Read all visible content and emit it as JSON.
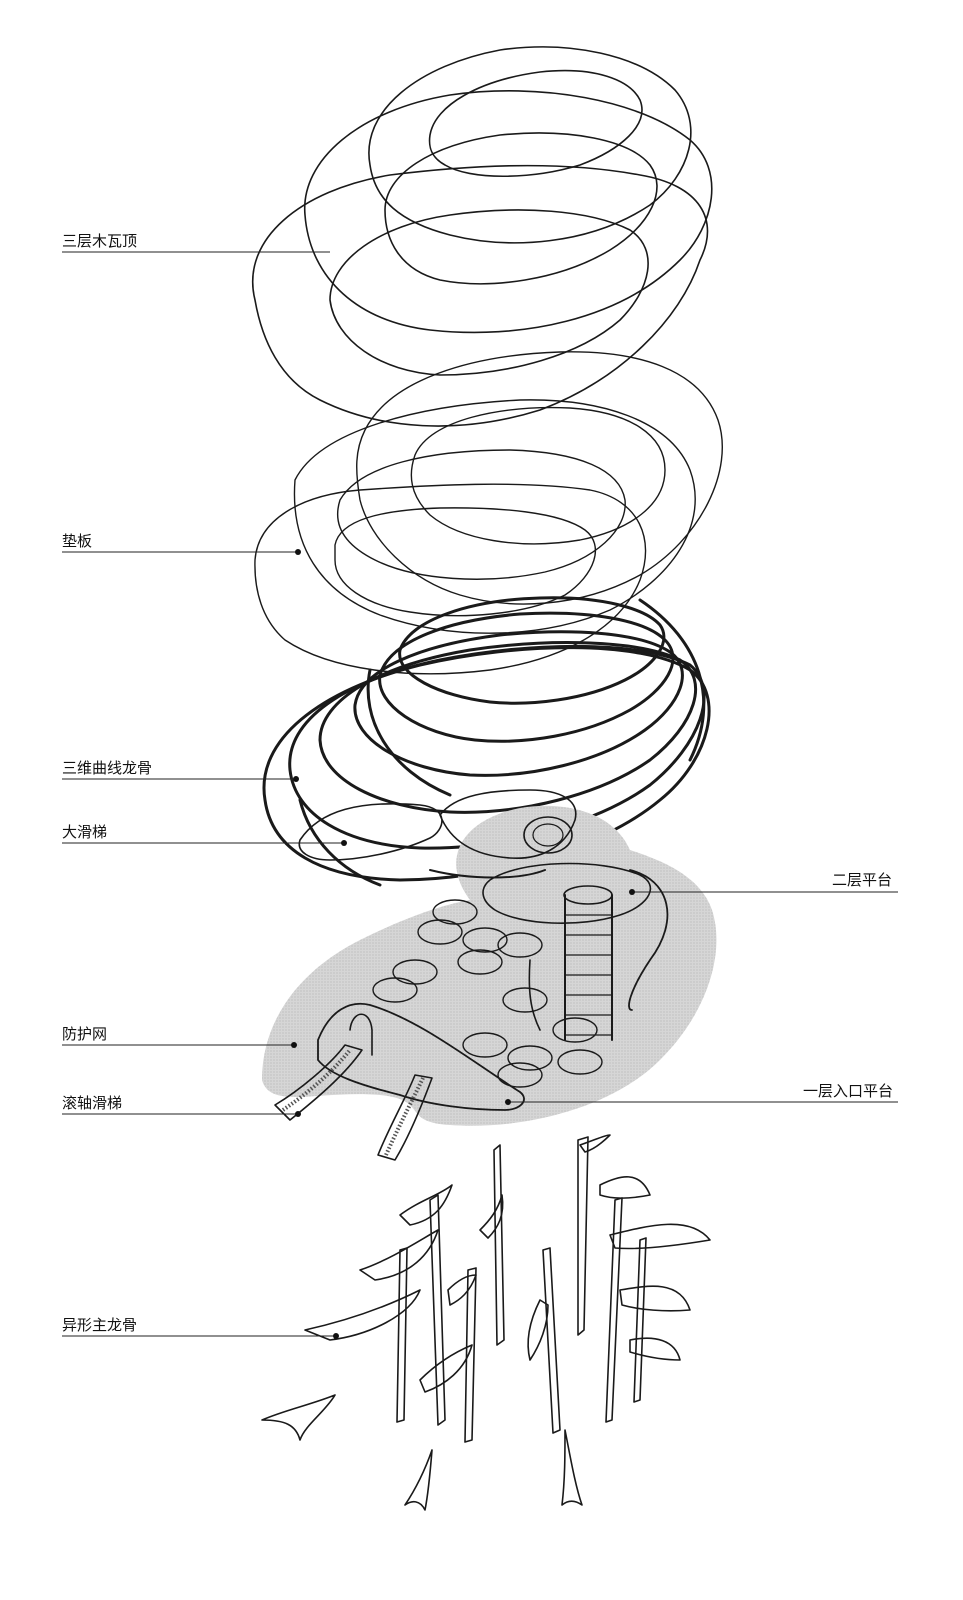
{
  "labels": {
    "wood_tile_roof": "三层木瓦顶",
    "backing_board": "垫板",
    "curved_keel": "三维曲线龙骨",
    "big_slide": "大滑梯",
    "second_platform": "二层平台",
    "protective_net": "防护网",
    "roller_slide": "滚轴滑梯",
    "ground_entrance_platform": "一层入口平台",
    "main_keel": "异形主龙骨"
  },
  "colors": {
    "ink": "#1a1a1a",
    "hatch_gray": "#bdbdbd",
    "net_gray": "#cfcfcf",
    "background": "#ffffff"
  }
}
